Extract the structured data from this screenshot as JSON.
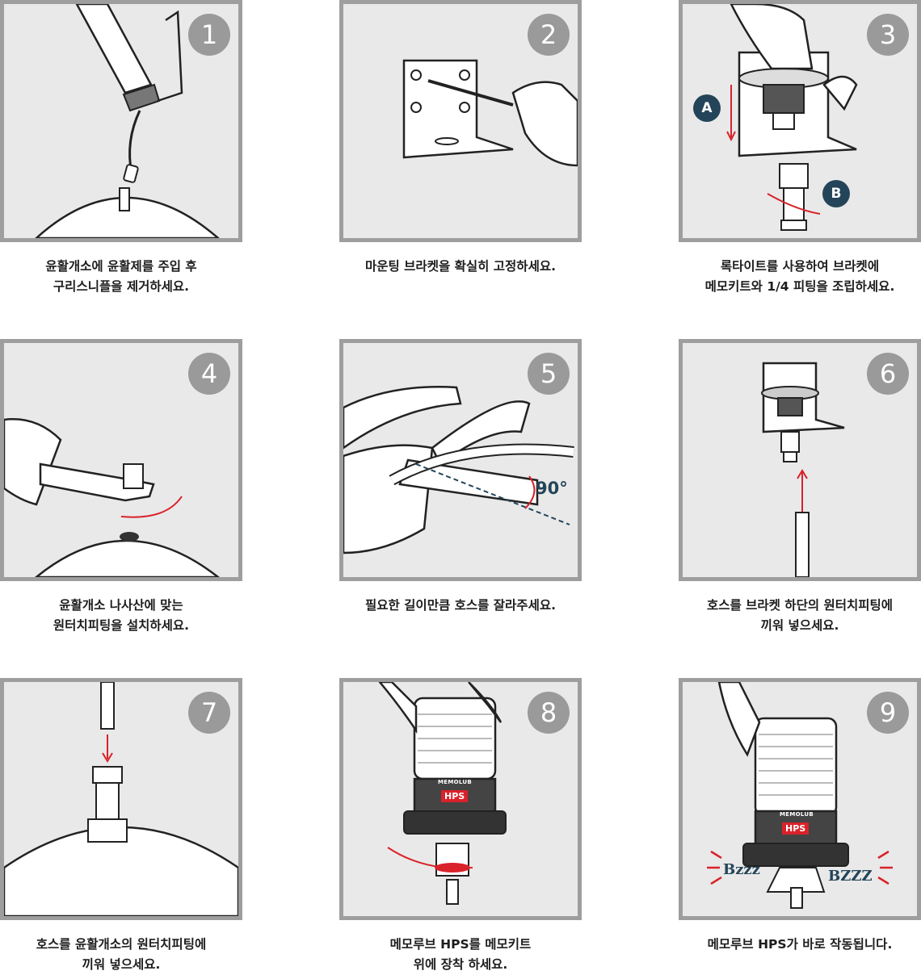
{
  "steps": [
    {
      "number": "1",
      "caption_line1": "윤활개소에 윤활제를 주입 후",
      "caption_line2": "구리스니플을 제거하세요."
    },
    {
      "number": "2",
      "caption_line1": "마운팅 브라켓을 확실히 고정하세요.",
      "caption_line2": ""
    },
    {
      "number": "3",
      "caption_line1": "록타이트를 사용하여 브라켓에",
      "caption_line2": "메모키트와 1/4 피팅을 조립하세요.",
      "label_a": "A",
      "label_b": "B"
    },
    {
      "number": "4",
      "caption_line1": "윤활개소 나사산에 맞는",
      "caption_line2": "원터치피팅을 설치하세요."
    },
    {
      "number": "5",
      "caption_line1": "필요한 길이만큼 호스를 잘라주세요.",
      "caption_line2": "",
      "angle_label": "90°"
    },
    {
      "number": "6",
      "caption_line1": "호스를 브라켓 하단의 원터치피팅에",
      "caption_line2": "끼워 넣으세요."
    },
    {
      "number": "7",
      "caption_line1": "호스를 윤활개소의 원터치피팅에",
      "caption_line2": "끼워 넣으세요."
    },
    {
      "number": "8",
      "caption_line1": "메모루브 HPS를 메모키트",
      "caption_line2": "위에 장착 하세요.",
      "brand": "MEMOLUB",
      "product": "HPS"
    },
    {
      "number": "9",
      "caption_line1": "메모루브 HPS가 바로 작동됩니다.",
      "caption_line2": "",
      "brand": "MEMOLUB",
      "product": "HPS",
      "buzz_left": "Bzzz",
      "buzz_right": "BZZZ"
    }
  ],
  "colors": {
    "panel_bg": "#e9e9e9",
    "panel_border": "#9e9e9e",
    "badge": "#9a9a9a",
    "accent_red": "#d9222a",
    "navy": "#244559"
  }
}
